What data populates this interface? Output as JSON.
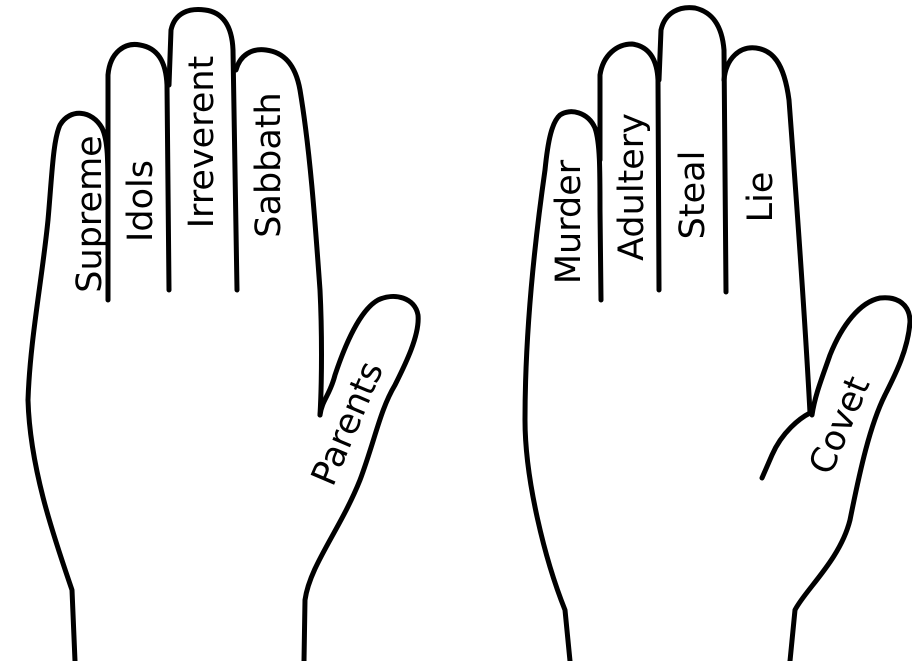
{
  "left_hand": {
    "labels": {
      "supreme": "Supreme",
      "idols": "Idols",
      "irreverent": "Irreverent",
      "sabbath": "Sabbath",
      "parents": "Parents"
    }
  },
  "right_hand": {
    "labels": {
      "murder": "Murder",
      "adultery": "Adultery",
      "steal": "Steal",
      "lie": "Lie",
      "covet": "Covet"
    }
  },
  "colors": {
    "outline": "#000000",
    "background": "#ffffff"
  }
}
